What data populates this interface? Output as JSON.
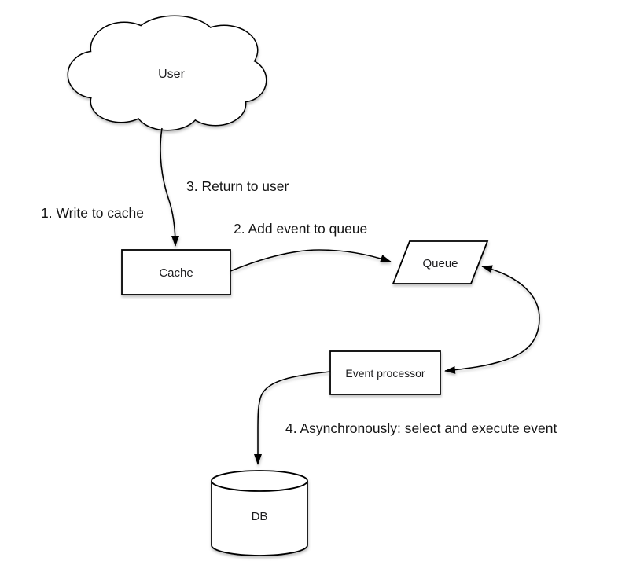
{
  "diagram": {
    "background": "#ffffff",
    "stroke_color": "#000000",
    "text_color": "#1d1d1f",
    "nodes": {
      "user": "User",
      "cache": "Cache",
      "queue": "Queue",
      "event_processor": "Event processor",
      "db": "DB"
    },
    "labels": {
      "step1": "1. Write to cache",
      "step2": "2. Add event to queue",
      "step3": "3. Return to user",
      "step4": "4. Asynchronously: select and execute event"
    },
    "edges": [
      {
        "from": "user",
        "to": "cache",
        "arrowheads": "end",
        "step_labels": [
          "1. Write to cache",
          "3. Return to user"
        ]
      },
      {
        "from": "cache",
        "to": "queue",
        "arrowheads": "end",
        "step_labels": [
          "2. Add event to queue"
        ]
      },
      {
        "from": "queue",
        "to": "event_processor",
        "arrowheads": "both",
        "step_labels": []
      },
      {
        "from": "event_processor",
        "to": "db",
        "arrowheads": "end",
        "step_labels": [
          "4. Asynchronously: select and execute event"
        ]
      }
    ],
    "node_shapes": {
      "user": "cloud",
      "cache": "rectangle",
      "queue": "parallelogram",
      "event_processor": "rectangle",
      "db": "cylinder"
    }
  }
}
